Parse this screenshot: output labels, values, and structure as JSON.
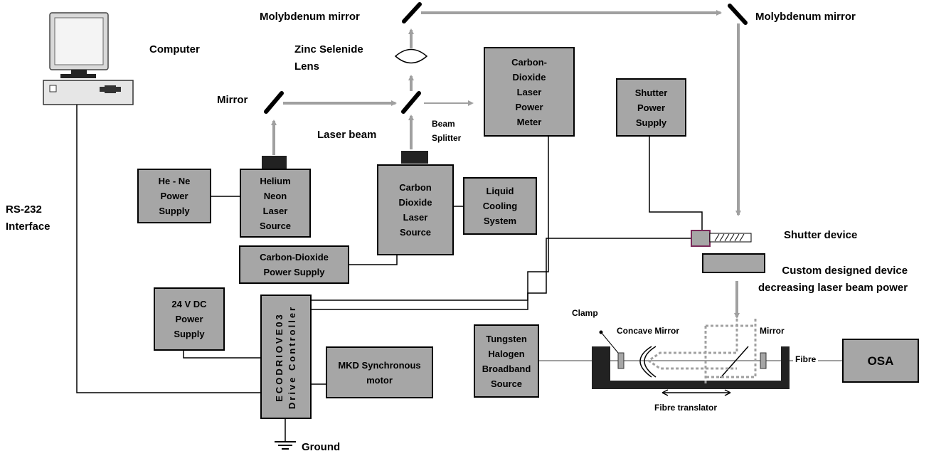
{
  "boxes": {
    "co2_power_meter": "Carbon-\nDioxide\nLaser\nPower\nMeter",
    "shutter_power_supply": "Shutter\nPower\nSupply",
    "hene_power_supply": "He - Ne\nPower\nSupply",
    "helium_neon_laser": "Helium\nNeon\nLaser\nSource",
    "co2_laser_source": "Carbon\nDioxide\nLaser\nSource",
    "liquid_cooling": "Liquid\nCooling\nSystem",
    "co2_power_supply": "Carbon-Dioxide\nPower Supply",
    "dc_power_supply": "24 V DC\nPower\nSupply",
    "drive_controller": "ECODRIOVE03\nDrive Controller",
    "mkd_motor": "MKD Synchronous\nmotor",
    "tungsten_source": "Tungsten\nHalogen\nBroadband\nSource",
    "osa": "OSA"
  },
  "labels": {
    "computer": "Computer",
    "rs232": "RS-232\nInterface",
    "molybdenum_mirror_left": "Molybdenum mirror",
    "molybdenum_mirror_right": "Molybdenum mirror",
    "zinc_lens": "Zinc  Selenide\nLens",
    "mirror": "Mirror",
    "laser_beam": "Laser beam",
    "beam_splitter": "Beam\nSplitter",
    "shutter_device": "Shutter device",
    "custom_device": "Custom designed device\ndecreasing laser beam power",
    "clamp": "Clamp",
    "concave_mirror": "Concave Mirror",
    "mirror_small": "Mirror",
    "fibre": "Fibre",
    "fibre_translator": "Fibre translator",
    "ground": "Ground"
  },
  "colors": {
    "box_fill": "#a6a6a6",
    "beam": "#a0a0a0",
    "wire": "#000000"
  }
}
